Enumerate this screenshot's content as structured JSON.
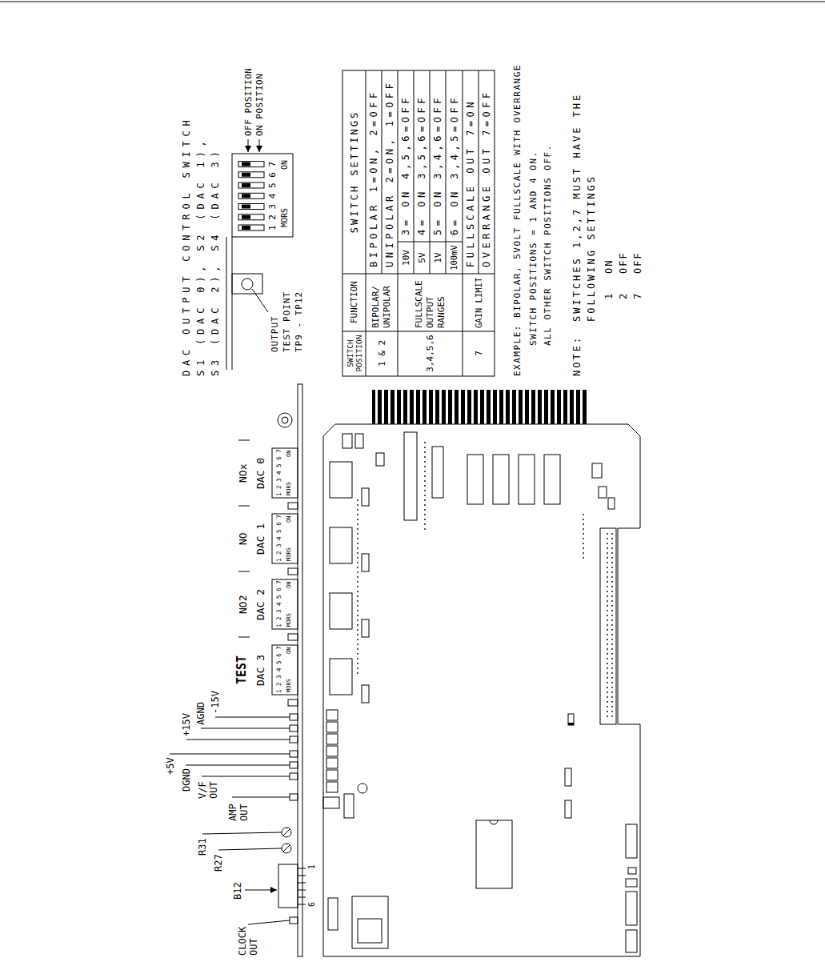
{
  "diagram": {
    "labels": [
      "NOx",
      "DAC 0",
      "NO",
      "DAC 1",
      "NO2",
      "DAC 2",
      "TEST",
      "DAC 3",
      "MORS",
      "1 2 3 4 5 6 7",
      "ON",
      "MORS",
      "1 2 3 4 5 6 7",
      "ON",
      "MORS",
      "1 2 3 4 5 6 7",
      "ON",
      "MORS",
      "1 2 3 4 5 6 7",
      "ON",
      "-15V",
      "AGND",
      "+15V",
      "+5V",
      "DGND",
      "V/F OUT",
      "AMP OUT",
      "R31",
      "R27",
      "B12",
      "1",
      "6",
      "CLOCK OUT",
      "DAC OUTPUT CONTROL SWITCH S1 (DAC 0), S2 (DAC 1), S3 (DAC 2), S4 (DAC 3)",
      "1 2 3 4 5 6 7",
      "MORS",
      "ON",
      "OFF POSITION",
      "ON POSITION",
      "OUTPUT TEST POINT TP9 - TP12",
      "SWITCH POSITION",
      "FUNCTION",
      "SWITCH SETTINGS",
      "1 & 2",
      "BIPOLAR/ UNIPOLAR",
      "BIPOLAR 1=ON, 2=OFF",
      "UNIPOLAR 2=ON, 1=OFF",
      "3,4,5,6",
      "FULLSCALE OUTPUT RANGES",
      "10V",
      "3= ON 4,5,6=OFF",
      "5V",
      "4= ON 3,5,6=OFF",
      "1V",
      "5= ON 3,4,6=OFF",
      "100mV",
      "6= ON 3,4,5=OFF",
      "7",
      "GAIN LIMIT",
      "FULLSCALE OUT 7=ON",
      "OVERRANGE OUT 7=OFF",
      "EXAMPLE: BIPOLAR, 5VOLT FULLSCALE WITH OVERRANGE",
      "SWITCH POSITIONS = 1 AND 4 ON. ALL OTHER SWITCH POSITIONS OFF.",
      "NOTE:",
      "SWITCHES 1,2,7 MUST HAVE THE FOLLOWING SETTINGS",
      "1",
      "ON",
      "2",
      "OFF",
      "7",
      "OFF"
    ]
  }
}
